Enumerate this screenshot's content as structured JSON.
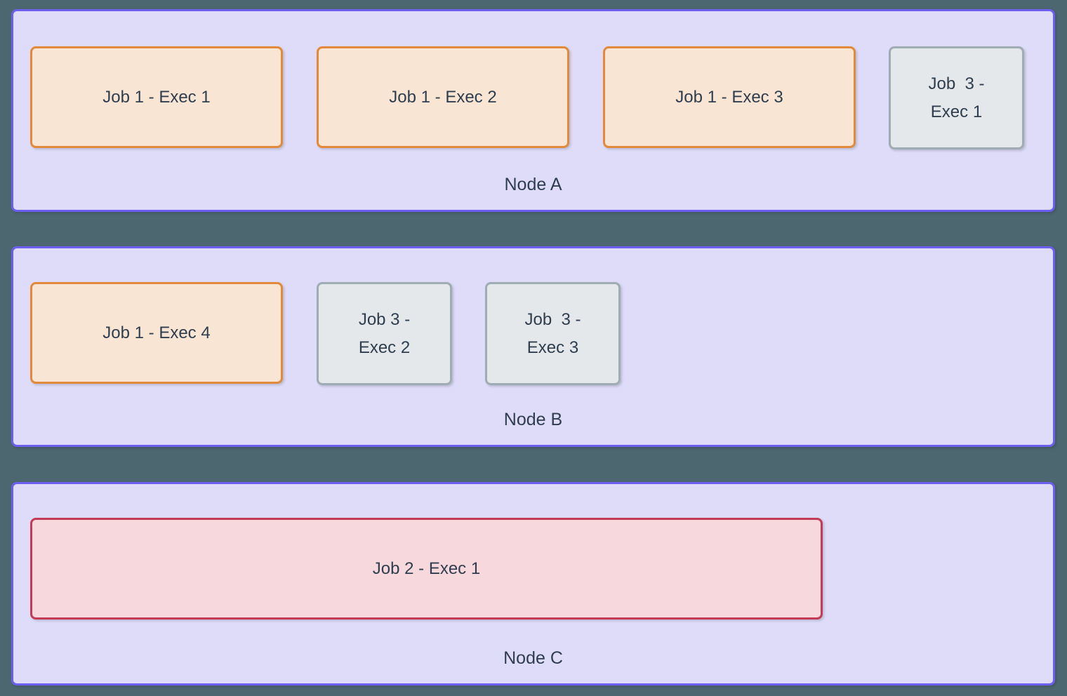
{
  "diagram": {
    "description_type": "cluster-diagram",
    "colors": {
      "page_background": "#4D6770",
      "node_fill": "#DEDCF9",
      "node_border": "#6C5FF0",
      "job1_fill": "#F9E5D3",
      "job1_border": "#E2893C",
      "job2_fill": "#F7D8DD",
      "job2_border": "#C33B55",
      "job3_fill": "#E4E8EB",
      "job3_border": "#A0ACB3",
      "text": "#2F3E4F"
    },
    "nodes": [
      {
        "label": "Node A",
        "executors": [
          {
            "label": "Job 1 - Exec 1",
            "type": "job1"
          },
          {
            "label": "Job 1 - Exec 2",
            "type": "job1"
          },
          {
            "label": "Job 1 - Exec 3",
            "type": "job1"
          },
          {
            "label": "Job  3 -\nExec 1",
            "type": "job3"
          }
        ]
      },
      {
        "label": "Node B",
        "executors": [
          {
            "label": "Job 1 - Exec 4",
            "type": "job1"
          },
          {
            "label": "Job 3 -\nExec 2",
            "type": "job3"
          },
          {
            "label": "Job  3 -\nExec 3",
            "type": "job3"
          }
        ]
      },
      {
        "label": "Node C",
        "executors": [
          {
            "label": "Job 2 - Exec 1",
            "type": "job2"
          }
        ]
      }
    ]
  }
}
